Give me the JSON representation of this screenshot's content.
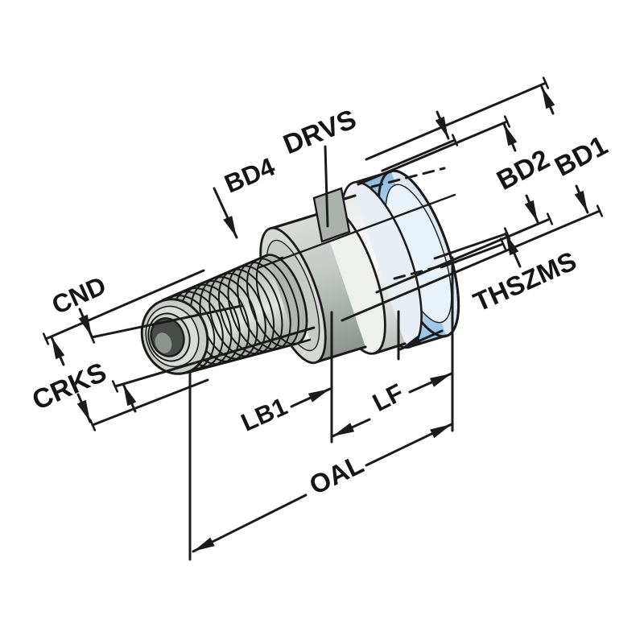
{
  "drawing": {
    "kind": "isometric dimension drawing of a threaded tool-holder adapter",
    "labels": {
      "cnd": "CND",
      "crks": "CRKS",
      "bd4": "BD4",
      "drvs": "DRVS",
      "bd2": "BD2",
      "bd1": "BD1",
      "thszms": "THSZMS",
      "lb1": "LB1",
      "lf": "LF",
      "oal": "OAL"
    },
    "colors": {
      "background": "#ffffff",
      "line": "#1b1b1b",
      "body_gray": "#b6bab6",
      "body_light": "#f2f4f2",
      "accent_blue": "#9ec7e8"
    }
  }
}
